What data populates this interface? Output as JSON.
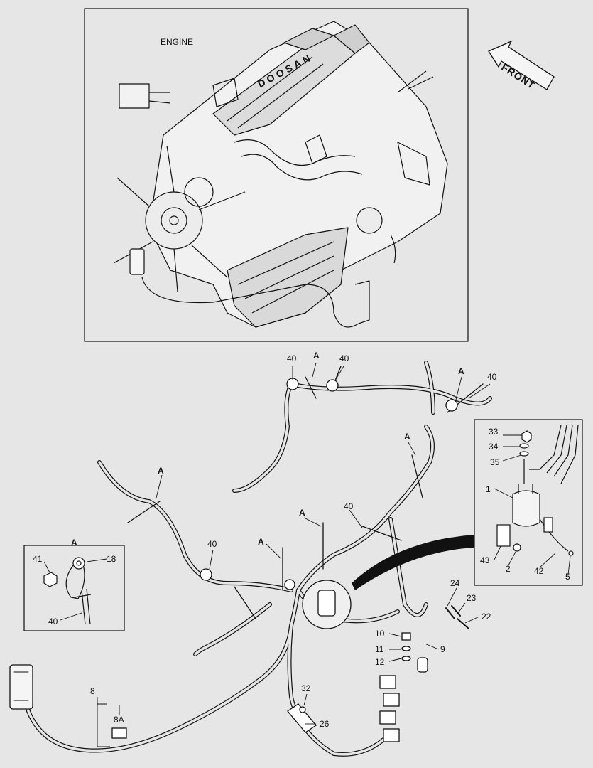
{
  "engine_panel": {
    "title": "ENGINE",
    "brand_text": "DOOSAN",
    "direction_label": "FRONT"
  },
  "detail_a": {
    "header": "A",
    "callouts": {
      "nut": "41",
      "clamp": "18",
      "tie": "40"
    }
  },
  "detail_relay": {
    "callouts": {
      "c33": "33",
      "c34": "34",
      "c35": "35",
      "c1": "1",
      "c43": "43",
      "c2": "2",
      "c42": "42",
      "c5": "5"
    }
  },
  "main_harness": {
    "callouts": {
      "c40_top_left": "40",
      "a_top": "A",
      "c40_top_mid": "40",
      "a_top_right": "A",
      "c40_top_right": "40",
      "a_mid_right": "A",
      "a_left": "A",
      "c40_mid": "40",
      "a_center_left": "A",
      "a_center": "A",
      "c40_left": "40",
      "c24": "24",
      "c23": "23",
      "c22": "22",
      "c10": "10",
      "c11": "11",
      "c12": "12",
      "c9": "9",
      "c8": "8",
      "c8a": "8A",
      "c32": "32",
      "c26": "26"
    }
  }
}
